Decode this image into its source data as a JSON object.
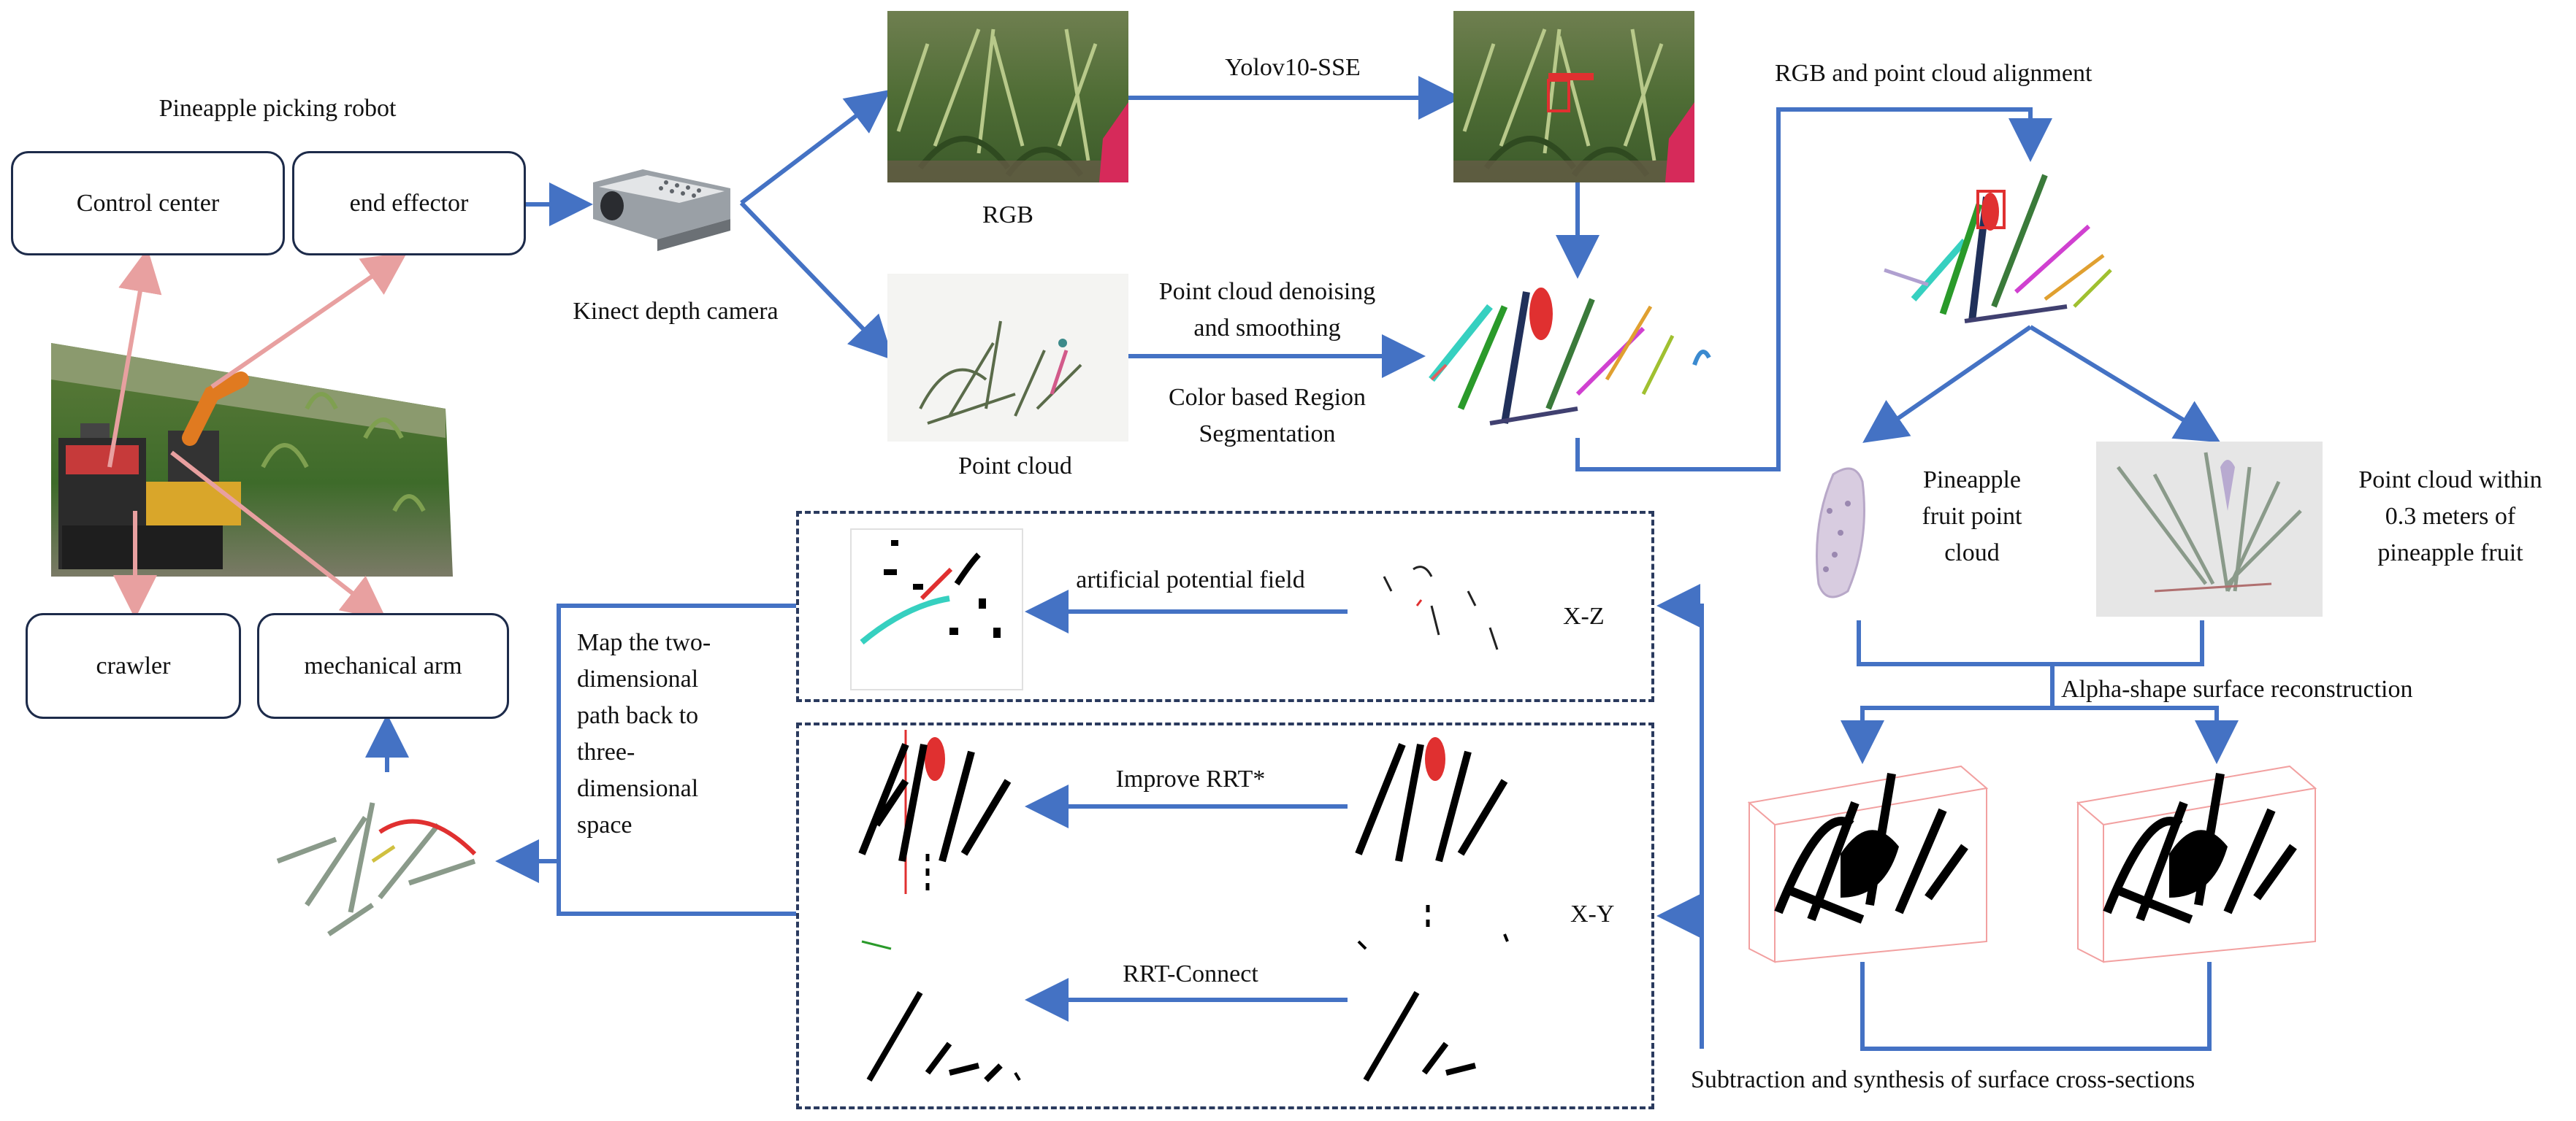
{
  "robot": {
    "title": "Pineapple picking robot",
    "boxes": {
      "control_center": "Control center",
      "end_effector": "end effector",
      "crawler": "crawler",
      "mechanical_arm": "mechanical arm"
    }
  },
  "camera": {
    "label": "Kinect depth camera"
  },
  "rgb": {
    "label": "RGB",
    "detector": "Yolov10-SSE"
  },
  "point_cloud": {
    "label": "Point cloud",
    "processing_line1": "Point cloud denoising",
    "processing_line2": "and smoothing",
    "segmentation_line1": "Color based Region",
    "segmentation_line2": "Segmentation"
  },
  "alignment": {
    "label": "RGB and point cloud alignment"
  },
  "fruit_cloud": {
    "label_line1": "Pineapple",
    "label_line2": "fruit point",
    "label_line3": "cloud"
  },
  "nearby_cloud": {
    "label_line1": "Point cloud within",
    "label_line2": "0.3 meters of",
    "label_line3": "pineapple fruit"
  },
  "reconstruction": {
    "label": "Alpha-shape surface reconstruction"
  },
  "cross_sections": {
    "label": "Subtraction and synthesis of surface cross-sections"
  },
  "planning": {
    "xz_label": "X-Z",
    "xy_label": "X-Y",
    "apf_label": "artificial potential field",
    "rrt_star_label": "Improve RRT*",
    "rrt_connect_label": "RRT-Connect",
    "map_back_line1": "Map the two-",
    "map_back_line2": "dimensional",
    "map_back_line3": "path back to",
    "map_back_line4": "three-",
    "map_back_line5": "dimensional",
    "map_back_line6": "space"
  },
  "colors": {
    "flow_arrow": "#4472c4",
    "robot_arrow": "#e8a0a0",
    "box_border": "#1d2b4a",
    "bbox_red": "#e03030"
  }
}
